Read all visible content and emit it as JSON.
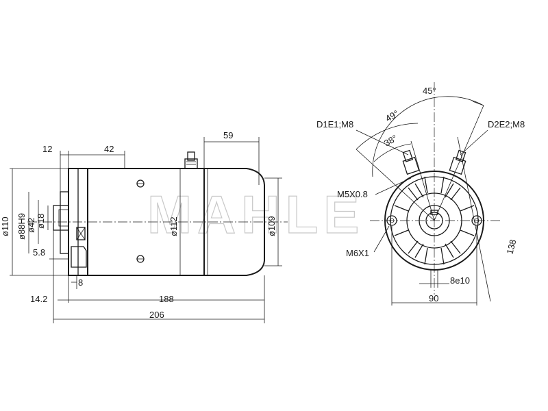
{
  "watermark": "MAHLE",
  "side_view": {
    "dims": {
      "d12": "12",
      "d42": "42",
      "d59": "59",
      "dia110": "ø110",
      "fit88": "ø88H9",
      "dia42": "ø42",
      "dia18": "ø18",
      "d5_8": "5.8",
      "dia112": "ø112",
      "dia109": "ø109",
      "d8": "8",
      "d14_2": "14.2",
      "d188": "188",
      "d206": "206"
    }
  },
  "end_view": {
    "dims": {
      "a45": "45°",
      "a49": "49°",
      "a38": "38°",
      "d1e1": "D1E1;M8",
      "d2e2": "D2E2;M8",
      "m5": "M5X0.8",
      "m6": "M6X1",
      "d138": "138",
      "key": "8e10",
      "d90": "90"
    }
  }
}
